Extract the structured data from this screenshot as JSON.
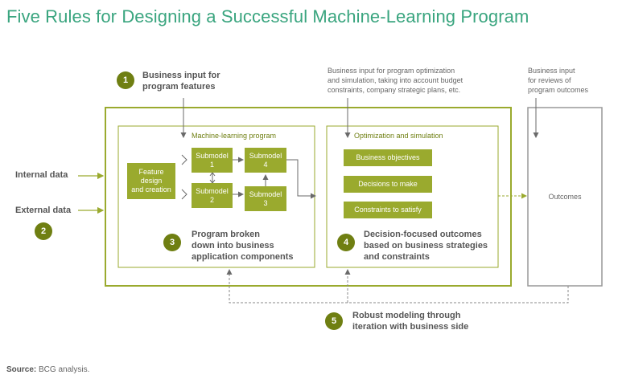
{
  "title": "Five Rules for Designing a Successful Machine-Learning Program",
  "inputs": {
    "internal": "Internal data",
    "external": "External data"
  },
  "badges": [
    "1",
    "2",
    "3",
    "4",
    "5"
  ],
  "rule1": {
    "line1": "Business input for",
    "line2": "program features"
  },
  "top_middle": {
    "line1": "Business input for program optimization",
    "line2": "and simulation, taking into account budget",
    "line3": "constraints, company strategic plans, etc."
  },
  "top_right": {
    "line1": "Business input",
    "line2": "for reviews of",
    "line3": "program outcomes"
  },
  "ml_program": {
    "label": "Machine-learning program",
    "feature_box": {
      "line1": "Feature",
      "line2": "design",
      "line3": "and creation"
    },
    "submodels": [
      {
        "line1": "Submodel",
        "line2": "1"
      },
      {
        "line1": "Submodel",
        "line2": "2"
      },
      {
        "line1": "Submodel",
        "line2": "3"
      },
      {
        "line1": "Submodel",
        "line2": "4"
      }
    ],
    "rule3": {
      "line1": "Program broken",
      "line2": "down into business",
      "line3": "application components"
    }
  },
  "optimization": {
    "label": "Optimization and simulation",
    "boxes": [
      "Business objectives",
      "Decisions to make",
      "Constraints to satisfy"
    ],
    "rule4": {
      "line1": "Decision-focused outcomes",
      "line2": "based on business strategies",
      "line3": "and constraints"
    }
  },
  "outcomes": "Outcomes",
  "rule5": {
    "line1": "Robust modeling through",
    "line2": "iteration with business side"
  },
  "source": {
    "label": "Source:",
    "text": "BCG analysis."
  },
  "colors": {
    "title": "#3aa57f",
    "frame_green": "#9aaa2e",
    "badge": "#6f7f12",
    "gray": "#7a7a7a"
  }
}
